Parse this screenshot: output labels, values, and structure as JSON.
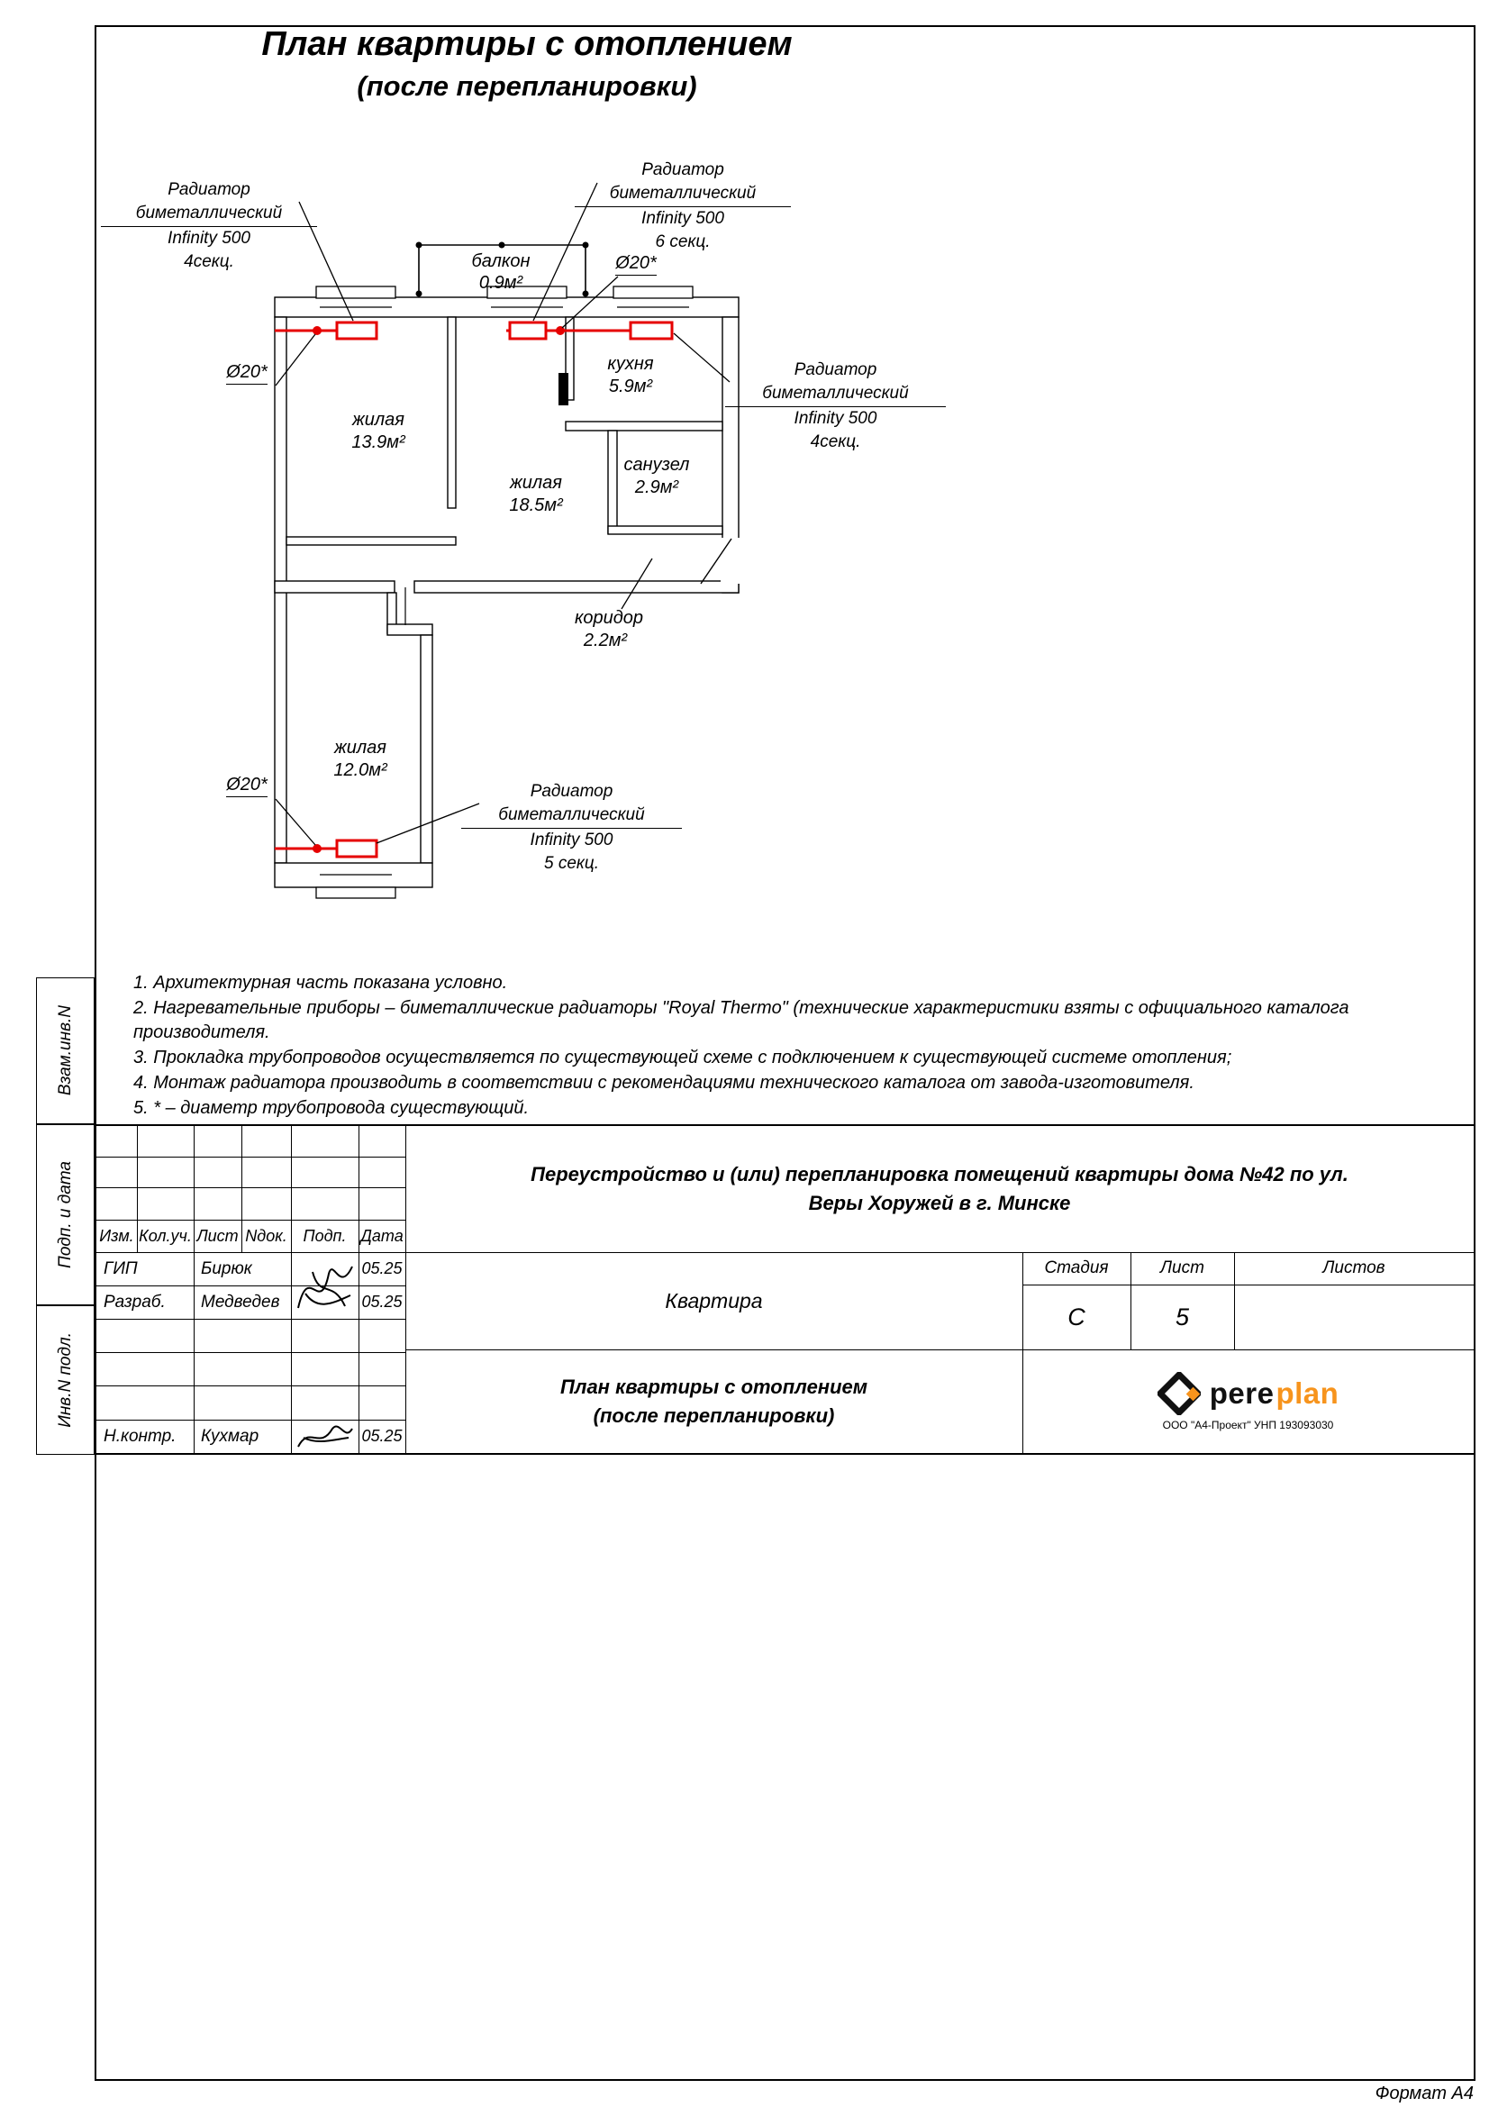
{
  "page": {
    "title1": "План квартиры с отоплением",
    "title2": "(после перепланировки)",
    "format": "Формат А4"
  },
  "plan": {
    "rooms": [
      {
        "name": "балкон",
        "area": "0.9м²"
      },
      {
        "name": "жилая",
        "area": "13.9м²"
      },
      {
        "name": "жилая",
        "area": "18.5м²"
      },
      {
        "name": "кухня",
        "area": "5.9м²"
      },
      {
        "name": "санузел",
        "area": "2.9м²"
      },
      {
        "name": "коридор",
        "area": "2.2м²"
      },
      {
        "name": "жилая",
        "area": "12.0м²"
      }
    ],
    "callouts": [
      {
        "l1": "Радиатор биметаллический",
        "l2": "Infinity 500",
        "l3": "4секц."
      },
      {
        "l1": "Радиатор биметаллический",
        "l2": "Infinity 500",
        "l3": "6 секц."
      },
      {
        "l1": "Радиатор биметаллический",
        "l2": "Infinity 500",
        "l3": "4секц."
      },
      {
        "l1": "Радиатор биметаллический",
        "l2": "Infinity 500",
        "l3": "5 секц."
      }
    ],
    "dia": "Ø20*",
    "colors": {
      "heating": "#e60000"
    }
  },
  "notes": [
    "1. Архитектурная часть показана условно.",
    "2. Нагревательные приборы – биметаллические радиаторы \"Royal Thermo\" (технические характеристики взяты с официального каталога производителя.",
    "3. Прокладка трубопроводов осуществляется по существующей схеме с подключением к существующей системе отопления;",
    "4. Монтаж радиатора производить в соответствии с рекомендациями технического каталога от завода-изготовителя.",
    "5. * – диаметр трубопровода существующий."
  ],
  "stamp": {
    "cols": [
      "Изм.",
      "Кол.уч.",
      "Лист",
      "Nдок.",
      "Подп.",
      "Дата"
    ],
    "rows": [
      {
        "role": "ГИП",
        "name": "Бирюк",
        "date": "05.25"
      },
      {
        "role": "Разраб.",
        "name": "Медведев",
        "date": "05.25"
      },
      {
        "role": "Н.контр.",
        "name": "Кухмар",
        "date": "05.25"
      }
    ],
    "project1": "Переустройство и (или) перепланировка помещений квартиры дома №42 по ул.",
    "project2": "Веры Хоружей в г. Минске",
    "object": "Квартира",
    "stage_h": "Стадия",
    "sheet_h": "Лист",
    "sheets_h": "Листов",
    "stage_v": "С",
    "sheet_v": "5",
    "doc1": "План квартиры с отоплением",
    "doc2": "(после перепланировки)",
    "logo_black": "pere",
    "logo_orange_text": "plan",
    "logo_sub": "ООО \"А4-Проект\"  УНП 193093030",
    "logo_accent": "#f7941d"
  },
  "side": [
    "Взам.инв.N",
    "Подп. и дата",
    "Инв.N подл."
  ]
}
